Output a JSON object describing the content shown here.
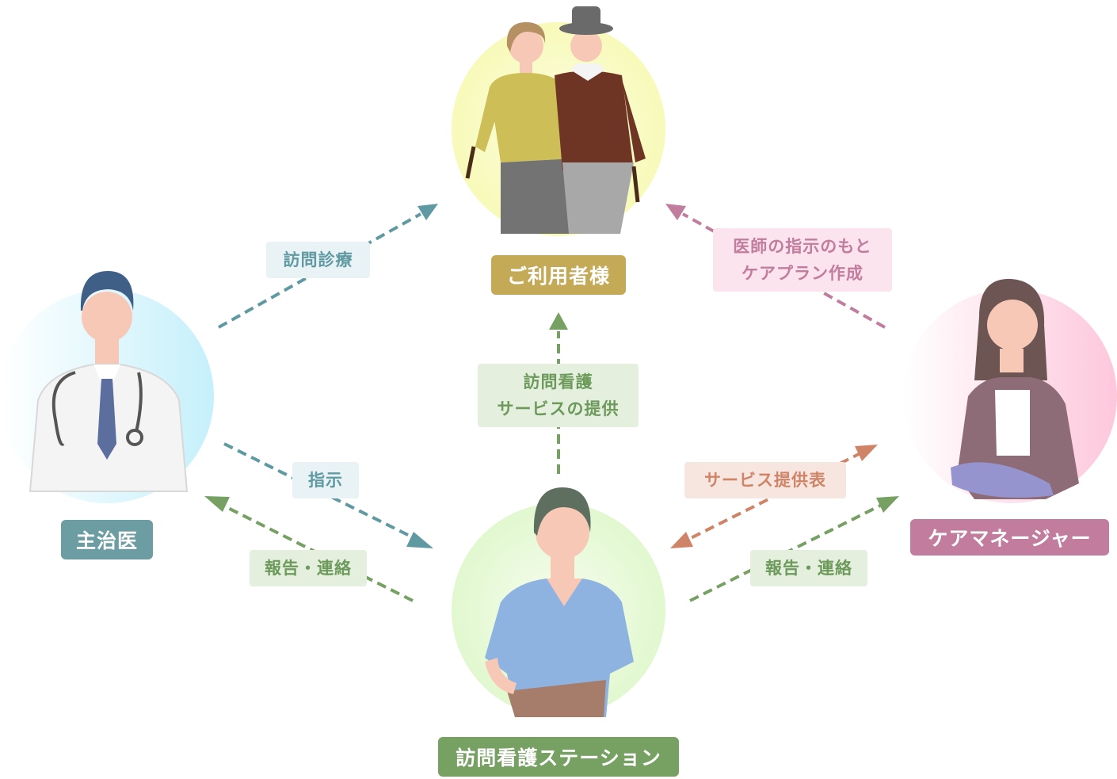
{
  "nodes": {
    "user": {
      "label": "ご利用者様",
      "color": "#c4a957"
    },
    "doctor": {
      "label": "主治医",
      "color": "#6c9da3"
    },
    "station": {
      "label": "訪問看護ステーション",
      "color": "#77a063"
    },
    "manager": {
      "label": "ケアマネージャー",
      "color": "#c27c9d"
    }
  },
  "edges": {
    "visit_care": {
      "label": "訪問診療",
      "color": "#5f9aa3",
      "bg": "#e9f2f4",
      "text_color": "#5f9aa3"
    },
    "nursing_service": {
      "line1": "訪問看護",
      "line2": "サービスの提供",
      "color": "#77a063",
      "bg": "#e4efde",
      "text_color": "#6c9a5b"
    },
    "care_plan": {
      "line1": "医師の指示のもと",
      "line2": "ケアプラン作成",
      "color": "#c27c9d",
      "bg": "#fbe4ee",
      "text_color": "#c27c9d"
    },
    "instruction": {
      "label": "指示",
      "color": "#5f9aa3",
      "bg": "#e9f2f4",
      "text_color": "#5f9aa3"
    },
    "report_doctor": {
      "label": "報告・連絡",
      "color": "#77a063",
      "bg": "#e4efde",
      "text_color": "#6c9a5b"
    },
    "service_sheet": {
      "label": "サービス提供表",
      "color": "#cf8468",
      "bg": "#f6e6df",
      "text_color": "#cf8468"
    },
    "report_manager": {
      "label": "報告・連絡",
      "color": "#77a063",
      "bg": "#e4efde",
      "text_color": "#6c9a5b"
    }
  }
}
